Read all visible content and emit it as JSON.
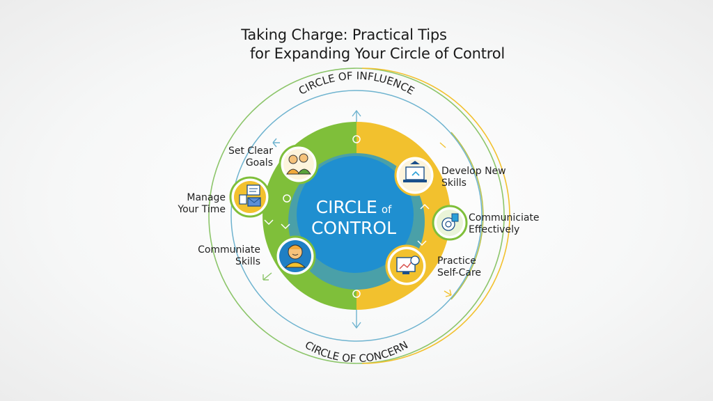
{
  "title": {
    "line1": "Taking Charge: Practical Tips",
    "line2": "for Expanding Your Circle of Control"
  },
  "rings": {
    "influence_label": "CIRCLE OF INFLUENCE",
    "concern_label": "CIRCLE OF CONCERN"
  },
  "center": {
    "line1": "CIRCLE",
    "of": "of",
    "line2": "CONTROL"
  },
  "tips": {
    "set_goals": [
      "Set Clear",
      "Goals"
    ],
    "manage_time": [
      "Manage",
      "Your Time"
    ],
    "communicate_skills": [
      "Communiate",
      "Skills"
    ],
    "develop_skills": [
      "Develop New",
      "Skills"
    ],
    "communicate_effectively": [
      "Communiciate",
      "Effectively"
    ],
    "self_care": [
      "Practice",
      "Self-Care"
    ]
  },
  "colors": {
    "green": "#7fbf3a",
    "yellow": "#f2c12e",
    "blue_core": "#1f8fd0",
    "teal_band": "#4aa0a8",
    "outer_ring": "#8cc56a",
    "middle_ring": "#6eb3cf",
    "icon_bg": "#1f7fc4"
  }
}
